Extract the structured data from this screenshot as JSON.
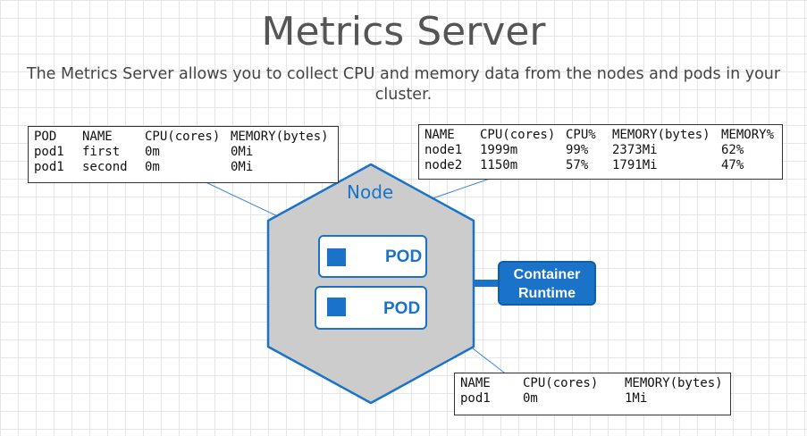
{
  "title": "Metrics Server",
  "subtitle": "The Metrics Server allows you to collect CPU and memory data from the nodes and pods in your cluster.",
  "node": {
    "label": "Node"
  },
  "pods": [
    {
      "label": "POD"
    },
    {
      "label": "POD"
    }
  ],
  "runtime": {
    "line1": "Container",
    "line2": "Runtime"
  },
  "colors": {
    "accent": "#1a73c8",
    "hexagon": "#cccccc"
  },
  "pod_table": {
    "headers": [
      "POD",
      "NAME",
      "CPU(cores)",
      "MEMORY(bytes)"
    ],
    "rows": [
      [
        "pod1",
        "first",
        "0m",
        "0Mi"
      ],
      [
        "pod1",
        "second",
        "0m",
        "0Mi"
      ]
    ]
  },
  "node_table": {
    "headers": [
      "NAME",
      "CPU(cores)",
      "CPU%",
      "MEMORY(bytes)",
      "MEMORY%"
    ],
    "rows": [
      [
        "node1",
        "1999m",
        "99%",
        "2373Mi",
        "62%"
      ],
      [
        "node2",
        "1150m",
        "57%",
        "1791Mi",
        "47%"
      ]
    ]
  },
  "container_table": {
    "headers": [
      "NAME",
      "CPU(cores)",
      "MEMORY(bytes)"
    ],
    "rows": [
      [
        "pod1",
        "0m",
        "1Mi"
      ]
    ]
  }
}
